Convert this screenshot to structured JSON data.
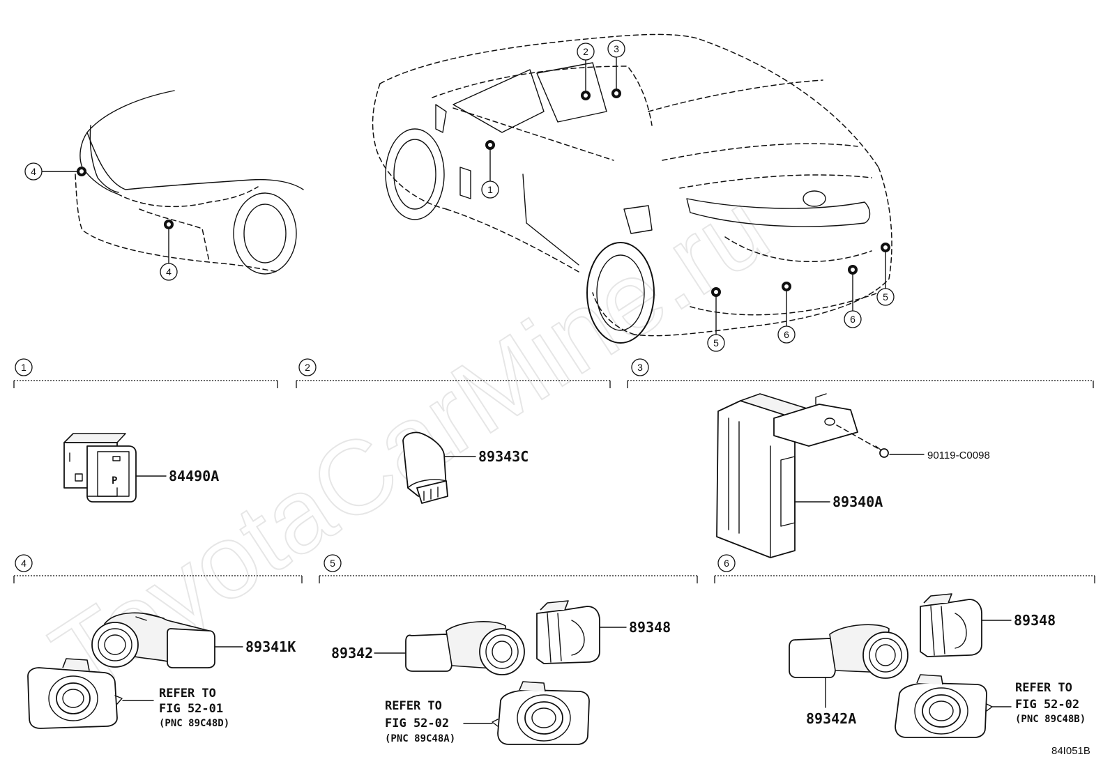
{
  "watermark": "ToyotaCarMine.ru",
  "diagram_code": "84I051B",
  "parts": {
    "p84490A": "84490A",
    "p89343C": "89343C",
    "p89340A": "89340A",
    "p90119": "90119-C0098",
    "p89341K": "89341K",
    "p89342": "89342",
    "p89348_a": "89348",
    "p89342A": "89342A",
    "p89348_b": "89348"
  },
  "refs": {
    "s4": {
      "line1": "REFER TO",
      "line2": "FIG 52-01",
      "line3": "(PNC 89C48D)"
    },
    "s5": {
      "line1": "REFER TO",
      "line2": "FIG 52-02",
      "line3": "(PNC 89C48A)"
    },
    "s6": {
      "line1": "REFER TO",
      "line2": "FIG 52-02",
      "line3": "(PNC 89C48B)"
    }
  },
  "callouts": {
    "c1": "1",
    "c2": "2",
    "c3": "3",
    "c4": "4",
    "c5": "5",
    "c6": "6"
  }
}
